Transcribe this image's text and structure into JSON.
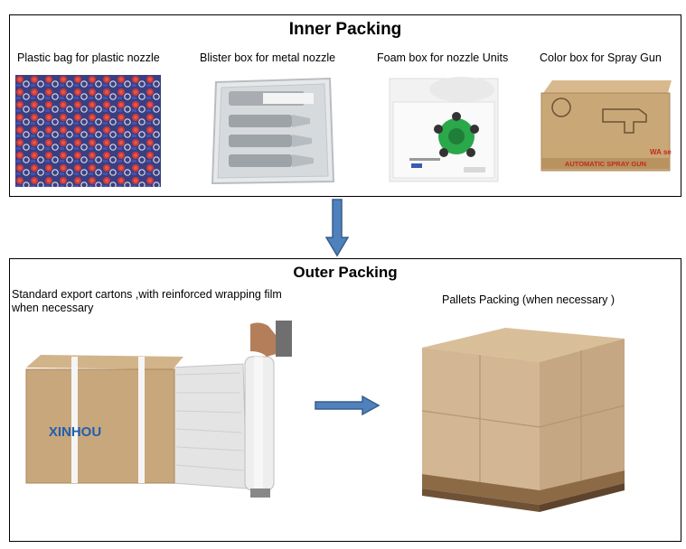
{
  "inner_packing": {
    "title": "Inner Packing",
    "items": [
      {
        "caption": "Plastic bag for plastic nozzle",
        "photo_icon": "plastic-bag-nozzles-photo"
      },
      {
        "caption": "Blister box for metal nozzle",
        "photo_icon": "blister-box-photo"
      },
      {
        "caption": "Foam box for nozzle Units",
        "photo_icon": "foam-box-photo"
      },
      {
        "caption": "Color box for Spray Gun",
        "photo_icon": "color-box-photo"
      }
    ],
    "color_box_label": "AUTOMATIC SPRAY GUN",
    "color_box_series": "WA series"
  },
  "outer_packing": {
    "title": "Outer Packing",
    "carton_caption": "Standard export cartons ,with reinforced wrapping film when necessary",
    "pallet_caption": "Pallets Packing (when necessary )",
    "carton_brand": "XINHOU"
  },
  "colors": {
    "arrow_fill": "#4f81bd",
    "arrow_stroke": "#385d8a",
    "cardboard": "#c9a77c",
    "brand_blue": "#1f5fae"
  }
}
